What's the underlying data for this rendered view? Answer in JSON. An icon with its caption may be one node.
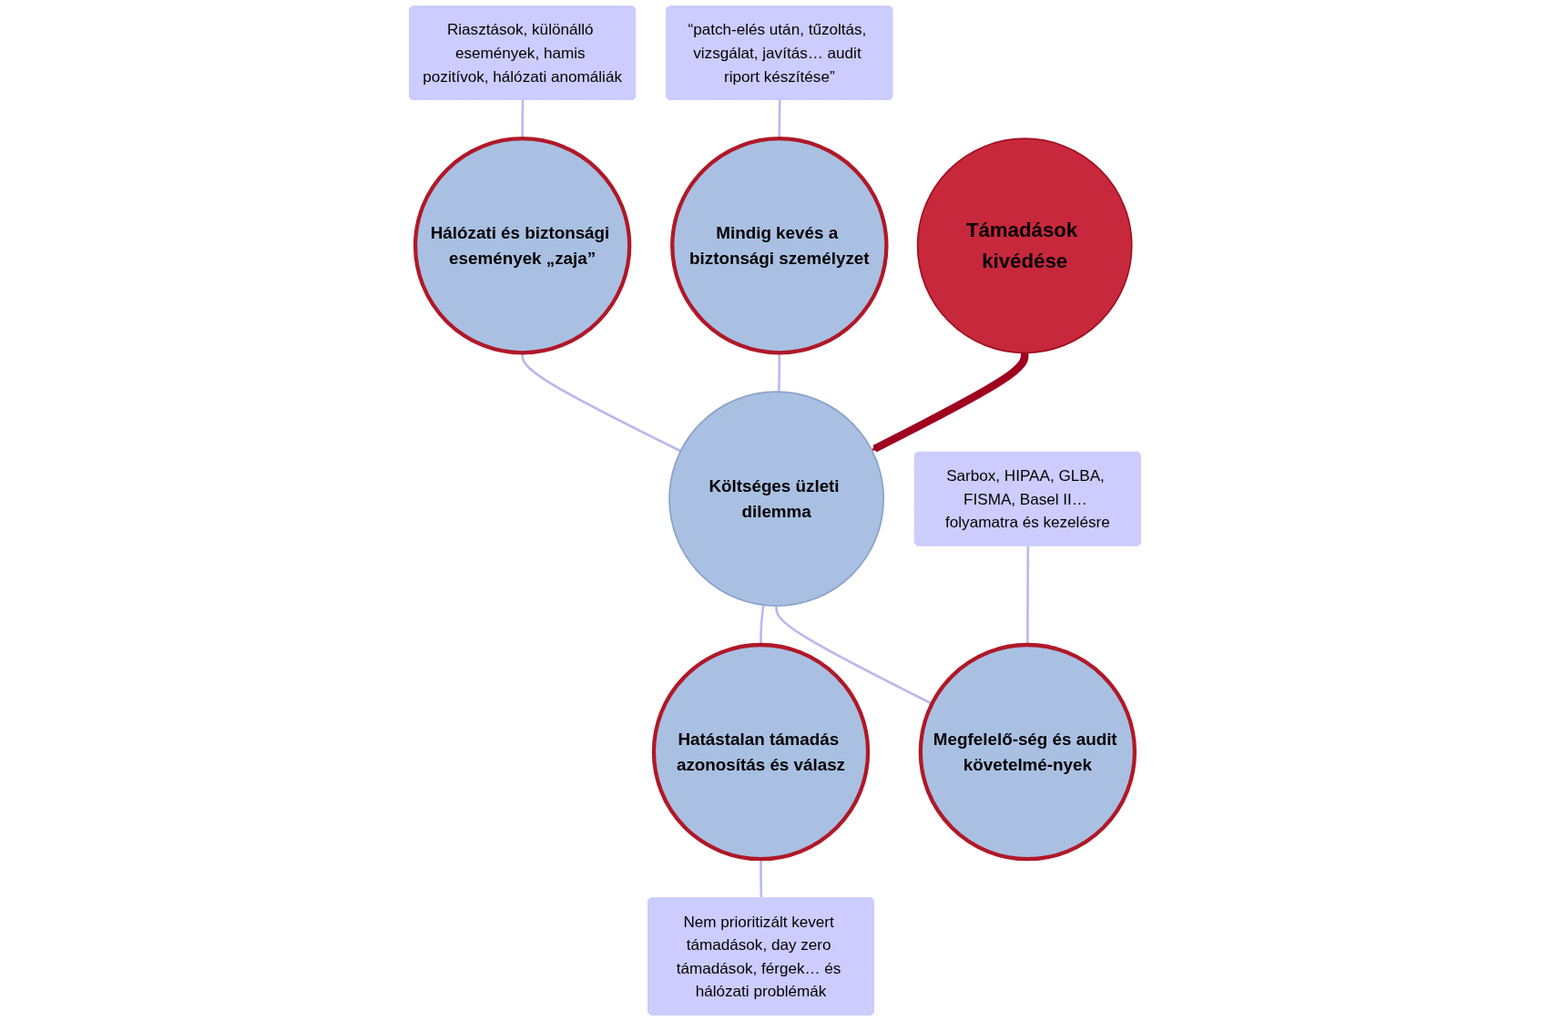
{
  "diagram": {
    "nodes": [
      {
        "text": [
          "Hálózati és biztonsági események „zaja”"
        ]
      },
      {
        "text": [
          "Riasztások, különálló események, hamis pozitívok, hálózati anomáliák"
        ]
      },
      {
        "text": [
          "“patch-elés után, tűzoltás, vizsgálat, javítás… audit riport készítése”"
        ]
      },
      {
        "text": [
          "Mindig kevés a biztonsági személyzet"
        ]
      },
      {
        "text": [
          "Költséges üzleti dilemma"
        ]
      },
      {
        "text": [
          "Hatástalan támadás azonosítás és válasz"
        ]
      },
      {
        "text": [
          "Támadások kivédése"
        ]
      },
      {
        "text": [
          "Nem prioritizált kevert támadások, day zero támadások, férgek… és hálózati problémák"
        ]
      },
      {
        "text": [
          "Sarbox, HIPAA, GLBA, FISMA, Basel II… folyamatra és kezelésre"
        ]
      },
      {
        "text": [
          "Megfelelő-ség és audit követelmé-nyek"
        ]
      }
    ],
    "edges": [
      {
        "from": 1,
        "to": 0,
        "arrow": "none"
      },
      {
        "from": 2,
        "to": 3,
        "arrow": "none"
      },
      {
        "from": 0,
        "to": 4,
        "arrow": "none"
      },
      {
        "from": 3,
        "to": 4,
        "arrow": "none"
      },
      {
        "from": 4,
        "to": 5,
        "arrow": "none"
      },
      {
        "from": 6,
        "to": 4,
        "arrow": "to",
        "style": "thick",
        "color": "#a00020"
      },
      {
        "from": 5,
        "to": 7,
        "arrow": "none"
      },
      {
        "from": 4,
        "to": 9,
        "arrow": "none"
      },
      {
        "from": 8,
        "to": 9,
        "arrow": "none"
      }
    ]
  }
}
